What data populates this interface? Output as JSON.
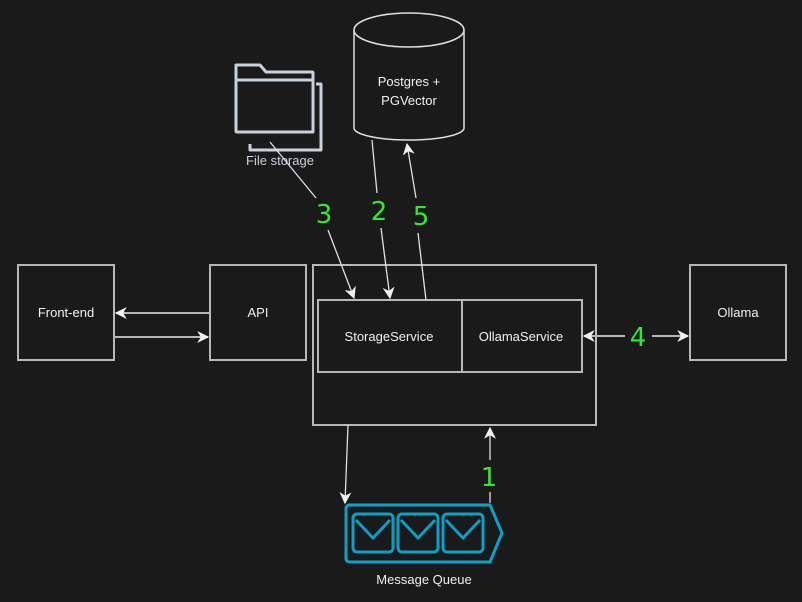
{
  "nodes": {
    "frontend": {
      "label": "Front-end"
    },
    "api": {
      "label": "API"
    },
    "storage_service": {
      "label": "StorageService"
    },
    "ollama_service": {
      "label": "OllamaService"
    },
    "ollama": {
      "label": "Ollama"
    },
    "database": {
      "label_line1": "Postgres +",
      "label_line2": "PGVector"
    },
    "file_storage": {
      "label": "File storage",
      "icon": "folder-icon"
    },
    "message_queue": {
      "label": "Message Queue",
      "icon": "message-queue-icon"
    }
  },
  "steps": {
    "s1": "1",
    "s2": "2",
    "s3": "3",
    "s4": "4",
    "s5": "5"
  },
  "colors": {
    "background": "#1a1a1a",
    "step_label": "#33e833",
    "queue_accent": "#0aa0c8",
    "folder_icon": "#c9d1db",
    "box_stroke": "#b8b8b8"
  }
}
